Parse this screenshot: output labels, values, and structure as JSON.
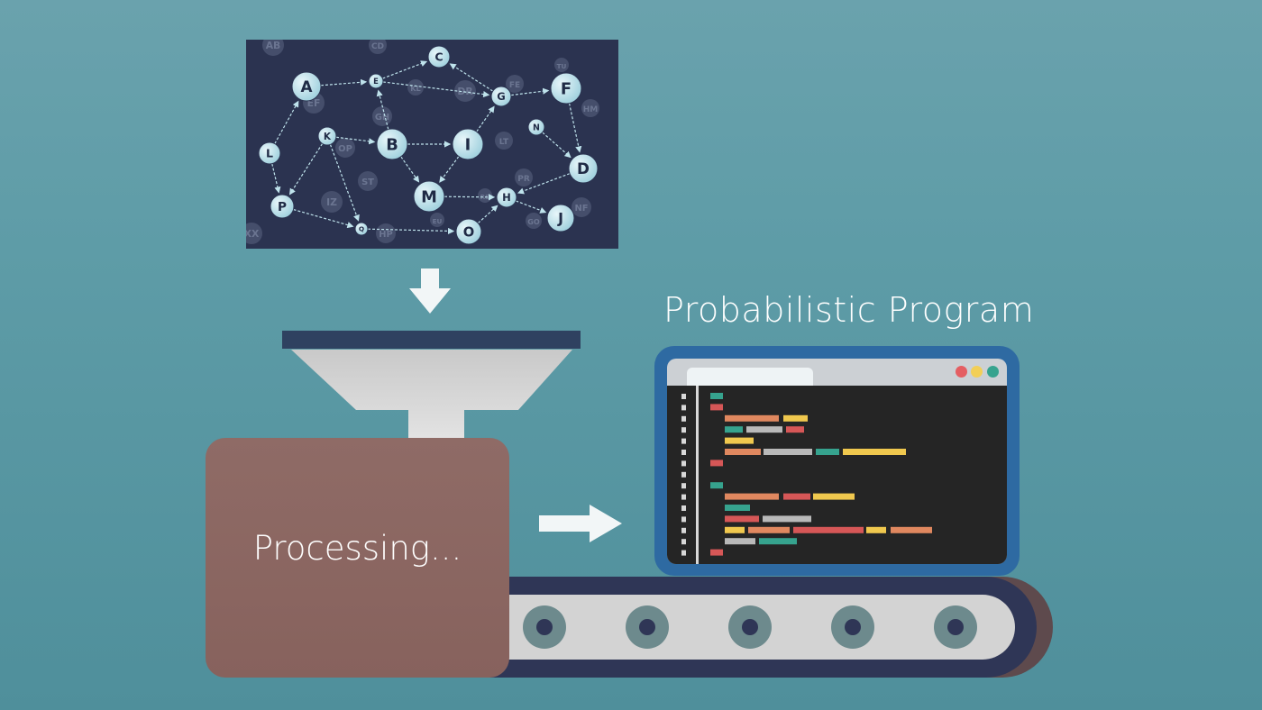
{
  "title": "Probabilistic Program",
  "processing_label": "Processing...",
  "graph": {
    "main_nodes": [
      "A",
      "B",
      "C",
      "D",
      "E",
      "F",
      "G",
      "H",
      "I",
      "J",
      "K",
      "L",
      "M",
      "N",
      "O",
      "P",
      "Q"
    ],
    "faint_nodes": [
      "AB",
      "CD",
      "EF",
      "GH",
      "DR",
      "FE",
      "HM",
      "OP",
      "ST",
      "IZ",
      "LT",
      "PR",
      "NF",
      "GO",
      "HP",
      "KL",
      "XX",
      "EU",
      "RS",
      "TU"
    ]
  },
  "colors": {
    "background": "#5e9ca7",
    "graph_panel": "#2b3350",
    "node_fill": "#bfe3ec",
    "processing_box": "#8c6863",
    "monitor_frame": "#2e6aa2",
    "code_teal": "#36a38e",
    "code_red": "#d65757",
    "code_orange": "#e0885f",
    "code_yellow": "#f0c84e",
    "code_gray": "#b9b9b9"
  },
  "icons": {
    "down_arrow": "arrow-down-icon",
    "right_arrow": "arrow-right-icon",
    "window_controls": [
      "close-dot-icon",
      "minimize-dot-icon",
      "maximize-dot-icon"
    ]
  }
}
